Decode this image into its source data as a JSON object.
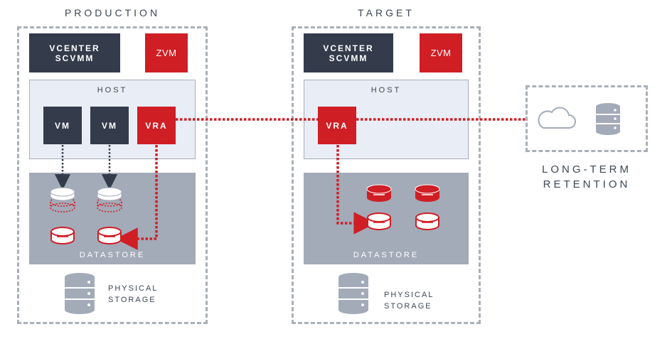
{
  "production": {
    "title": "PRODUCTION",
    "vcenter": [
      "VCENTER",
      "SCVMM"
    ],
    "zvm": "ZVM",
    "host": "HOST",
    "vm1": "VM",
    "vm2": "VM",
    "vra": "VRA",
    "datastore": "DATASTORE",
    "physical": [
      "PHYSICAL",
      "STORAGE"
    ]
  },
  "target": {
    "title": "TARGET",
    "vcenter": [
      "VCENTER",
      "SCVMM"
    ],
    "zvm": "ZVM",
    "host": "HOST",
    "vra": "VRA",
    "datastore": "DATASTORE",
    "physical": [
      "PHYSICAL",
      "STORAGE"
    ]
  },
  "retention": {
    "label": [
      "LONG-TERM",
      "RETENTION"
    ],
    "icons": [
      "cloud-icon",
      "database-icon"
    ]
  },
  "colors": {
    "navy": "#343b4b",
    "red": "#cf1e24",
    "host_bg": "#e9edf5",
    "datastore_bg": "#a3aab8",
    "dashed_border": "#a9b0b9",
    "text": "#3d4754"
  }
}
